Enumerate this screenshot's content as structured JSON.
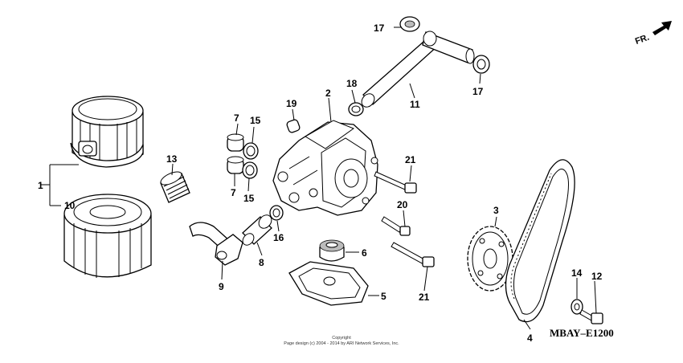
{
  "callouts": {
    "c1": "1",
    "c2": "2",
    "c3": "3",
    "c4": "4",
    "c5": "5",
    "c6": "6",
    "c7a": "7",
    "c7b": "7",
    "c8": "8",
    "c9": "9",
    "c10": "10",
    "c11": "11",
    "c12": "12",
    "c13": "13",
    "c14": "14",
    "c15a": "15",
    "c15b": "15",
    "c16": "16",
    "c17a": "17",
    "c17b": "17",
    "c18": "18",
    "c19": "19",
    "c20": "20",
    "c21a": "21",
    "c21b": "21"
  },
  "diagram_code": "MBAY–E1200",
  "front_marker": "FR.",
  "copyright": {
    "line1": "Copyright",
    "line2": "Page design (c) 2004 - 2014 by ARI Network Services, Inc."
  }
}
